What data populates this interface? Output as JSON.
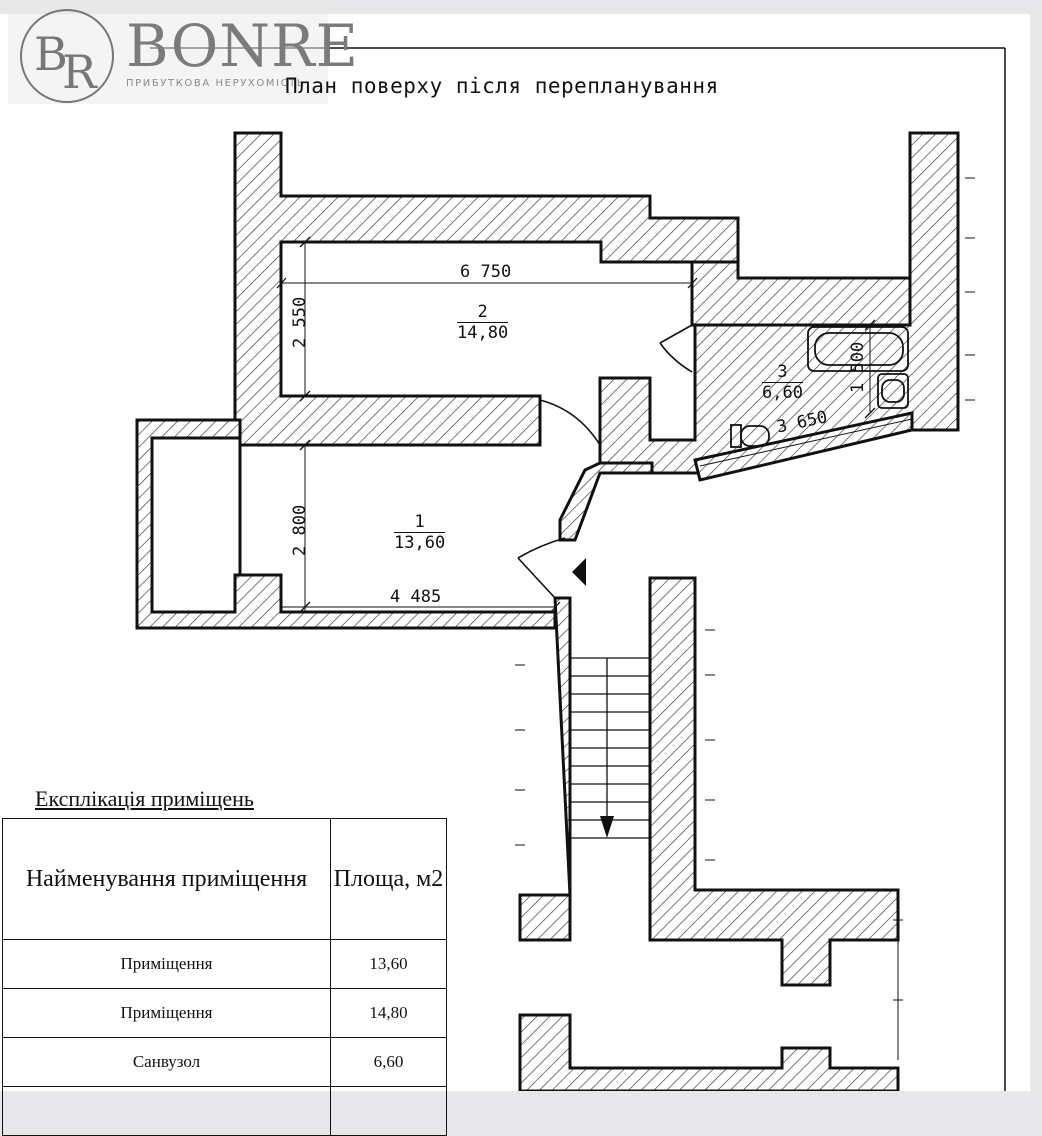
{
  "logo": {
    "name": "BONRE",
    "tagline": "ПРИБУТКОВА НЕРУХОМІСТЬ"
  },
  "plan": {
    "title": "План поверху після перепланування",
    "dimensions": {
      "room2_width": "6 750",
      "room2_depth": "2 550",
      "room1_depth": "2 800",
      "room1_width": "4 485",
      "room3_depth": "1 500",
      "room3_width": "3 650"
    },
    "rooms": [
      {
        "number": "1",
        "area": "13,60"
      },
      {
        "number": "2",
        "area": "14,80"
      },
      {
        "number": "3",
        "area": "6,60"
      }
    ]
  },
  "explication": {
    "title": "Експлікація приміщень",
    "headers": {
      "name": "Найменування приміщення",
      "area": "Площа, м2"
    },
    "rows": [
      {
        "name": "Приміщення",
        "area": "13,60"
      },
      {
        "name": "Приміщення",
        "area": "14,80"
      },
      {
        "name": "Санвузол",
        "area": "6,60"
      },
      {
        "name": "",
        "area": ""
      }
    ]
  },
  "colors": {
    "wall": "#111111",
    "hatch": "#333333",
    "paper": "#ffffff",
    "backdrop": "#e7e7e9"
  }
}
